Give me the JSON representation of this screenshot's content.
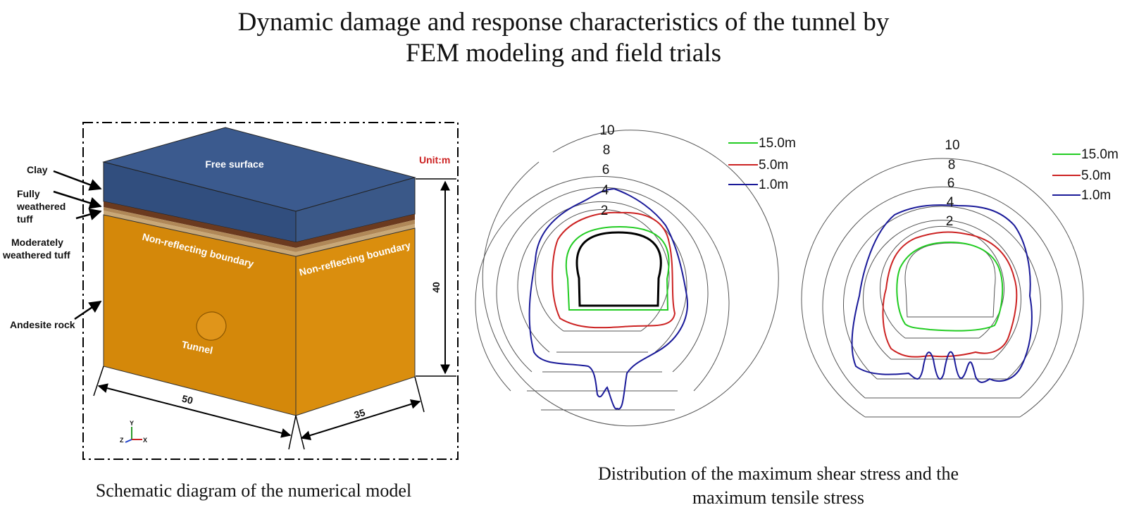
{
  "title_line1": "Dynamic damage and response characteristics of the tunnel by",
  "title_line2": "FEM modeling and field trials",
  "model": {
    "caption": "Schematic diagram of the numerical model",
    "unit": "Unit:m",
    "labels": {
      "free_surface": "Free surface",
      "nrb_front": "Non-reflecting boundary",
      "nrb_side": "Non-reflecting boundary",
      "tunnel": "Tunnel",
      "clay": "Clay",
      "fully_1": "Fully",
      "fully_2": "weathered",
      "fully_3": "tuff",
      "moderately_1": "Moderately",
      "moderately_2": "weathered tuff",
      "andesite": "Andesite rock"
    },
    "dimensions": {
      "width": "50",
      "depth": "35",
      "height": "40"
    },
    "axes": {
      "x": "X",
      "y": "Y",
      "z": "Z"
    },
    "colors": {
      "top": "#3b5a8e",
      "rock": "#d4880a",
      "clay": "#6b3a1f",
      "tuff": "#b08858"
    }
  },
  "stress": {
    "caption_line1": "Distribution of the maximum shear stress and the",
    "caption_line2": "maximum tensile stress",
    "ring_labels": [
      "10",
      "8",
      "6",
      "4",
      "2"
    ],
    "legend": [
      {
        "label": "15.0m",
        "color": "#22cc22"
      },
      {
        "label": "5.0m",
        "color": "#cc2222"
      },
      {
        "label": "1.0m",
        "color": "#1a1a99"
      }
    ]
  }
}
